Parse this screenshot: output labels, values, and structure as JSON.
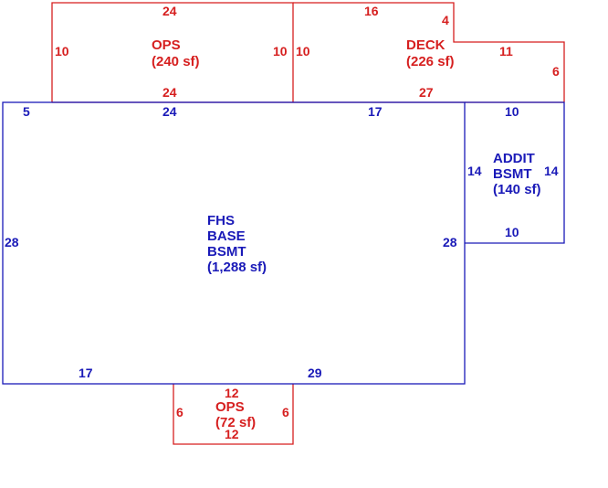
{
  "colors": {
    "addition": "#d61f1f",
    "base": "#1a1ab8"
  },
  "areas": {
    "ops_top": {
      "lines": [
        "OPS",
        "(240 sf)"
      ]
    },
    "deck": {
      "lines": [
        "DECK",
        "(226 sf)"
      ]
    },
    "fhs_base": {
      "lines": [
        "FHS",
        "BASE",
        "BSMT",
        "(1,288 sf)"
      ]
    },
    "addit": {
      "lines": [
        "ADDIT",
        "BSMT",
        "(140 sf)"
      ]
    },
    "ops_bottom": {
      "lines": [
        "OPS",
        "(72 sf)"
      ]
    }
  },
  "dimensions": {
    "ops_top": {
      "top": "24",
      "bottom": "24",
      "left": "10",
      "right": "10"
    },
    "deck": {
      "top": "16",
      "step_vertical": "4",
      "step_horizontal": "11",
      "right": "6",
      "bottom": "27",
      "left": "10"
    },
    "fhs_base": {
      "top_left_stub": "5",
      "top_middle": "24",
      "top_right": "17",
      "left": "28",
      "right": "28",
      "bottom_left": "17",
      "bottom_right": "29"
    },
    "addit": {
      "top": "10",
      "left": "14",
      "right": "14",
      "bottom": "10"
    },
    "ops_bottom": {
      "top": "12",
      "bottom": "12",
      "left": "6",
      "right": "6"
    }
  }
}
